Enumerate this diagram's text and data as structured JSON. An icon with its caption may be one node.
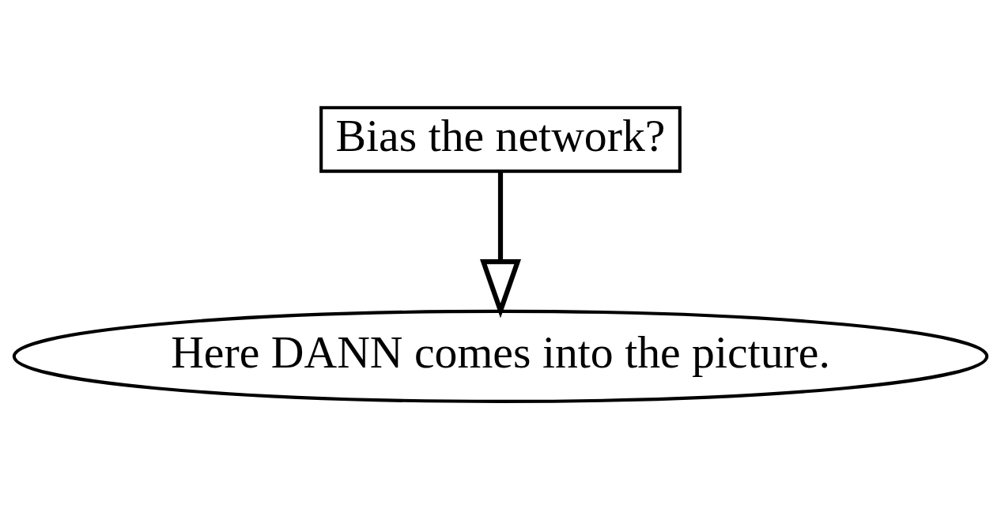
{
  "diagram": {
    "nodes": [
      {
        "text": [
          "Bias the network?"
        ]
      },
      {
        "text": [
          "Here DANN comes into the picture."
        ]
      }
    ],
    "edges": [
      {
        "from": 0,
        "to": 1,
        "arrow": "to"
      }
    ]
  }
}
